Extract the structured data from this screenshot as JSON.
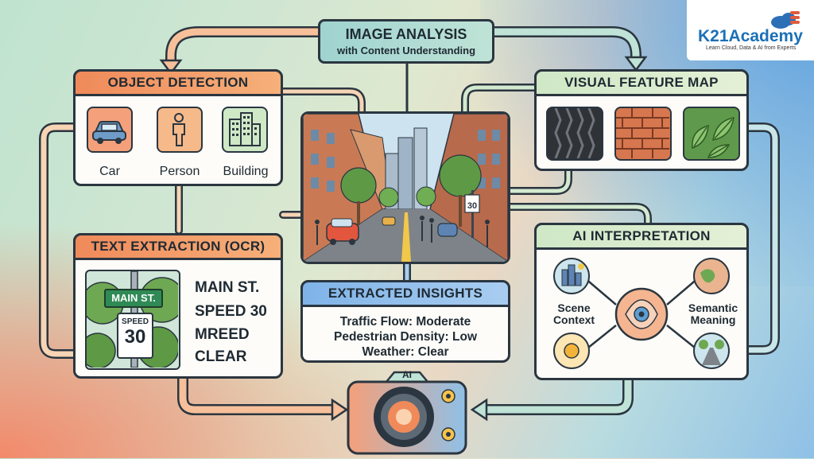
{
  "title": {
    "line1": "IMAGE ANALYSIS",
    "line2": "with Content Understanding"
  },
  "logo": {
    "name": "K21Academy",
    "tagline": "Learn Cloud, Data & AI from Experts"
  },
  "object_detection": {
    "header": "OBJECT DETECTION",
    "items": [
      {
        "label": "Car",
        "icon": "car-icon"
      },
      {
        "label": "Person",
        "icon": "person-icon"
      },
      {
        "label": "Building",
        "icon": "building-icon"
      }
    ]
  },
  "visual_feature_map": {
    "header": "VISUAL FEATURE MAP",
    "textures": [
      "tire-texture-icon",
      "brick-texture-icon",
      "leaf-texture-icon"
    ]
  },
  "text_extraction": {
    "header": "TEXT EXTRACTION (OCR)",
    "sign_street": "MAIN ST.",
    "sign_speed_word": "SPEED",
    "sign_speed_num": "30",
    "lines": [
      "MAIN ST.",
      "SPEED 30",
      "MREED",
      "CLEAR"
    ]
  },
  "street_scene": {
    "sign_num": "30"
  },
  "insights": {
    "header": "EXTRACTED INSIGHTS",
    "lines": [
      "Traffic Flow: Moderate",
      "Pedestrian Density: Low",
      "Weather: Clear"
    ]
  },
  "ai_interpretation": {
    "header": "AI INTERPRETATION",
    "scene_context": "Scene Context",
    "semantic_meaning": "Semantic Meaning"
  },
  "camera": {
    "label": "AI"
  },
  "colors": {
    "orange": "#f08a5a",
    "green": "#cfe8c6",
    "blue": "#7fb3e8",
    "outline": "#2b3640"
  }
}
